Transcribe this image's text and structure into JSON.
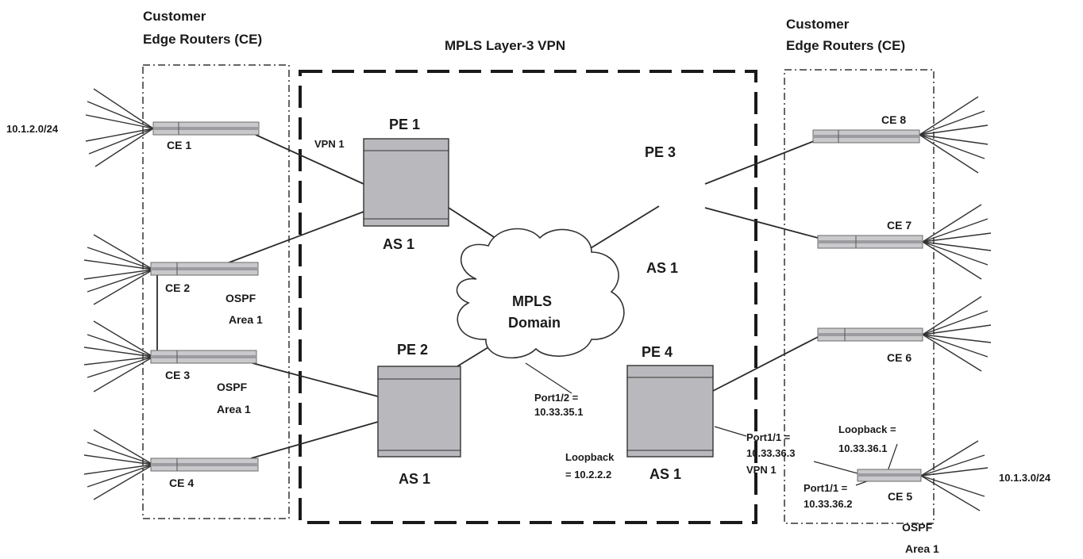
{
  "title": "MPLS Layer-3 VPN",
  "ce_group_left": {
    "line1": "Customer",
    "line2": "Edge Routers (CE)"
  },
  "ce_group_right": {
    "line1": "Customer",
    "line2": "Edge Routers (CE)"
  },
  "routers": {
    "ce1": "CE 1",
    "ce2": "CE 2",
    "ce3": "CE 3",
    "ce4": "CE 4",
    "ce5": "CE 5",
    "ce6": "CE 6",
    "ce7": "CE 7",
    "ce8": "CE 8",
    "pe1": "PE 1",
    "pe2": "PE 2",
    "pe3": "PE 3",
    "pe4": "PE 4"
  },
  "as_labels": {
    "pe1": "AS 1",
    "pe2": "AS 1",
    "pe3": "AS 1",
    "pe4": "AS 1"
  },
  "cloud": {
    "line1": "MPLS",
    "line2": "Domain"
  },
  "ospf": {
    "a": {
      "line1": "OSPF",
      "line2": "Area 1"
    },
    "b": {
      "line1": "OSPF",
      "line2": "Area 1"
    },
    "c": {
      "line1": "OSPF",
      "line2": "Area 1"
    }
  },
  "annotations": {
    "subnet_left": "10.1.2.0/24",
    "subnet_right": "10.1.3.0/24",
    "vpn1_left": "VPN 1",
    "pe4_port12_line1": "Port1/2 =",
    "pe4_port12_line2": "10.33.35.1",
    "pe4_loopback_line1": "Loopback",
    "pe4_loopback_line2": "= 10.2.2.2",
    "pe4_port11_line1": "Port1/1 =",
    "pe4_port11_line2": "10.33.36.3",
    "pe4_port11_line3": "VPN 1",
    "ce5_loopback_line1": "Loopback =",
    "ce5_loopback_line2": "10.33.36.1",
    "ce5_port11_line1": "Port1/1 =",
    "ce5_port11_line2": "10.33.36.2"
  }
}
